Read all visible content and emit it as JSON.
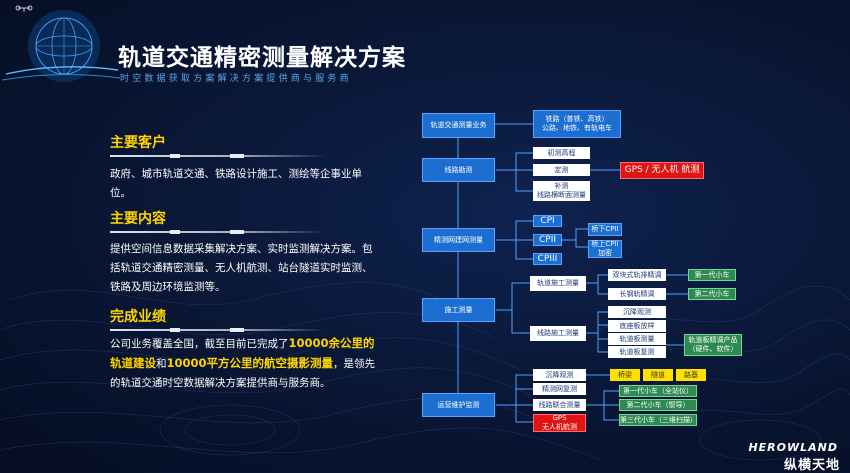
{
  "header": {
    "title": "轨道交通精密测量解决方案",
    "subtitle": "时空数据获取方案解决方案提供商与服务商"
  },
  "sections": {
    "customers": {
      "heading": "主要客户",
      "text": "政府、城市轨道交通、铁路设计施工、测绘等企事业单位。"
    },
    "content": {
      "heading": "主要内容",
      "text": "提供空间信息数据采集解决方案、实时监测解决方案。包括轨道交通精密测量、无人机航测、站台隧道实时监测、铁路及周边环境监测等。"
    },
    "results": {
      "heading": "完成业绩",
      "p1": "公司业务覆盖全国，截至目前已完成了",
      "h1": "10000余公里的轨道建设",
      "p2": "和",
      "h2": "10000平方公里的航空摄影测量",
      "p3": "，是领先的轨道交通时空数据解决方案提供商与服务商。"
    }
  },
  "diagram": {
    "root": "轨道交通测量业务",
    "root_detail": "铁路（普铁、高铁）\n公路、地铁、有轨电车",
    "route": "线路勘测",
    "route_items": [
      "初测高程",
      "定测",
      "补测\n线路横断面测量"
    ],
    "gps_uav": "GPS / 无人机 航测",
    "control": "精测网建网测量",
    "cpi": "CPI",
    "cpii": "CPII",
    "cpiii": "CPIII",
    "cpii_sub": [
      "桥下CPII",
      "桥上CPII\n加密"
    ],
    "construction": "施工测量",
    "track_build": "轨道施工测量",
    "track_build_items": [
      "双块式轨排精调",
      "长钢轨精调"
    ],
    "cars_a": [
      "第一代小车",
      "第二代小车"
    ],
    "line_build": "线路施工测量",
    "line_build_items": [
      "沉降观测",
      "底座板放样",
      "轨道板测量",
      "轨道板复测"
    ],
    "slab_product": "轨道板精调产品\n（硬件、软件）",
    "ops": "运营维护监测",
    "ops_items": [
      "沉降观测",
      "精测网复测",
      "线路联合测量",
      "GPS\n无人机航测"
    ],
    "settle_targets": [
      "桥梁",
      "隧道",
      "路基"
    ],
    "cars_b": [
      "第一代小车（全站仪）",
      "第二代小车（惯导）",
      "第三代小车（三维扫描）"
    ]
  },
  "brand": {
    "en": "HEROWLAND",
    "cn": "纵横天地"
  },
  "colors": {
    "accent_yellow": "#ffd400",
    "node_blue": "#1c6fd1",
    "alert_red": "#e11414",
    "product_green": "#2f8a52"
  }
}
